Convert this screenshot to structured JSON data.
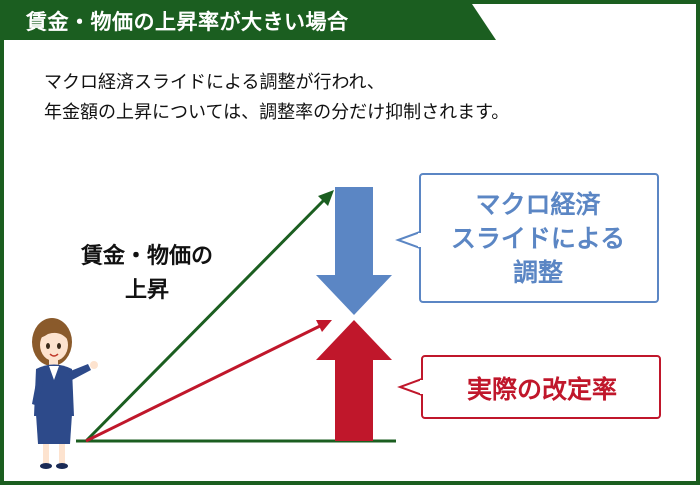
{
  "title": "賃金・物価の上昇率が大きい場合",
  "description": [
    "マクロ経済スライドによる調整が行われ、",
    "年金額の上昇については、調整率の分だけ抑制されます。"
  ],
  "left_label": [
    "賃金・物価の",
    "上昇"
  ],
  "macro_bubble": [
    "マクロ経済",
    "スライドによる",
    "調整"
  ],
  "actual_bubble": "実際の改定率",
  "colors": {
    "frame": "#1b5e20",
    "title_bg": "#1b5e20",
    "wage_arrow": "#1b5e20",
    "macro_blue": "#5b86c4",
    "actual_red": "#c0172b"
  },
  "icons": [
    "woman-presenter-illustration"
  ]
}
